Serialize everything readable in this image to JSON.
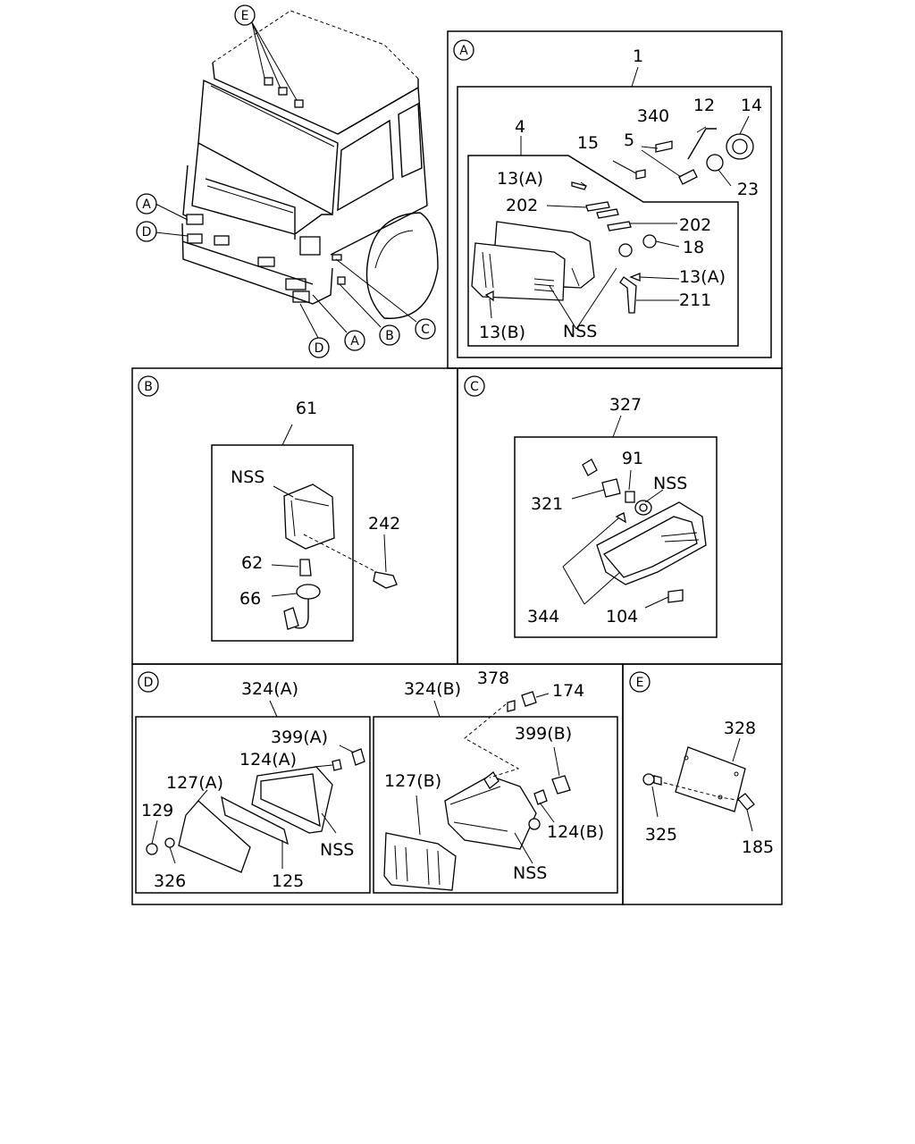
{
  "panels": {
    "overview": {
      "callouts": [
        "E",
        "A",
        "D",
        "D",
        "A",
        "B",
        "C"
      ]
    },
    "a": {
      "tag": "A",
      "labels": [
        "1",
        "4",
        "340",
        "12",
        "14",
        "15",
        "5",
        "23",
        "13(A)",
        "202",
        "202",
        "18",
        "13(A)",
        "211",
        "13(B)",
        "NSS"
      ]
    },
    "b": {
      "tag": "B",
      "labels": [
        "61",
        "NSS",
        "242",
        "62",
        "66"
      ]
    },
    "c": {
      "tag": "C",
      "labels": [
        "327",
        "91",
        "NSS",
        "321",
        "344",
        "104"
      ]
    },
    "d": {
      "tag": "D",
      "labels": [
        "324(A)",
        "324(B)",
        "378",
        "174",
        "399(A)",
        "124(A)",
        "127(A)",
        "129",
        "NSS",
        "326",
        "125",
        "127(B)",
        "399(B)",
        "124(B)",
        "NSS"
      ]
    },
    "e": {
      "tag": "E",
      "labels": [
        "328",
        "325",
        "185"
      ]
    }
  },
  "icons": [
    "truck-cab-illustration",
    "headlamp-illustration",
    "side-marker-lamp-illustration",
    "turn-signal-lamp-illustration",
    "fog-lamp-illustration",
    "roof-marker-lamp-illustration"
  ]
}
